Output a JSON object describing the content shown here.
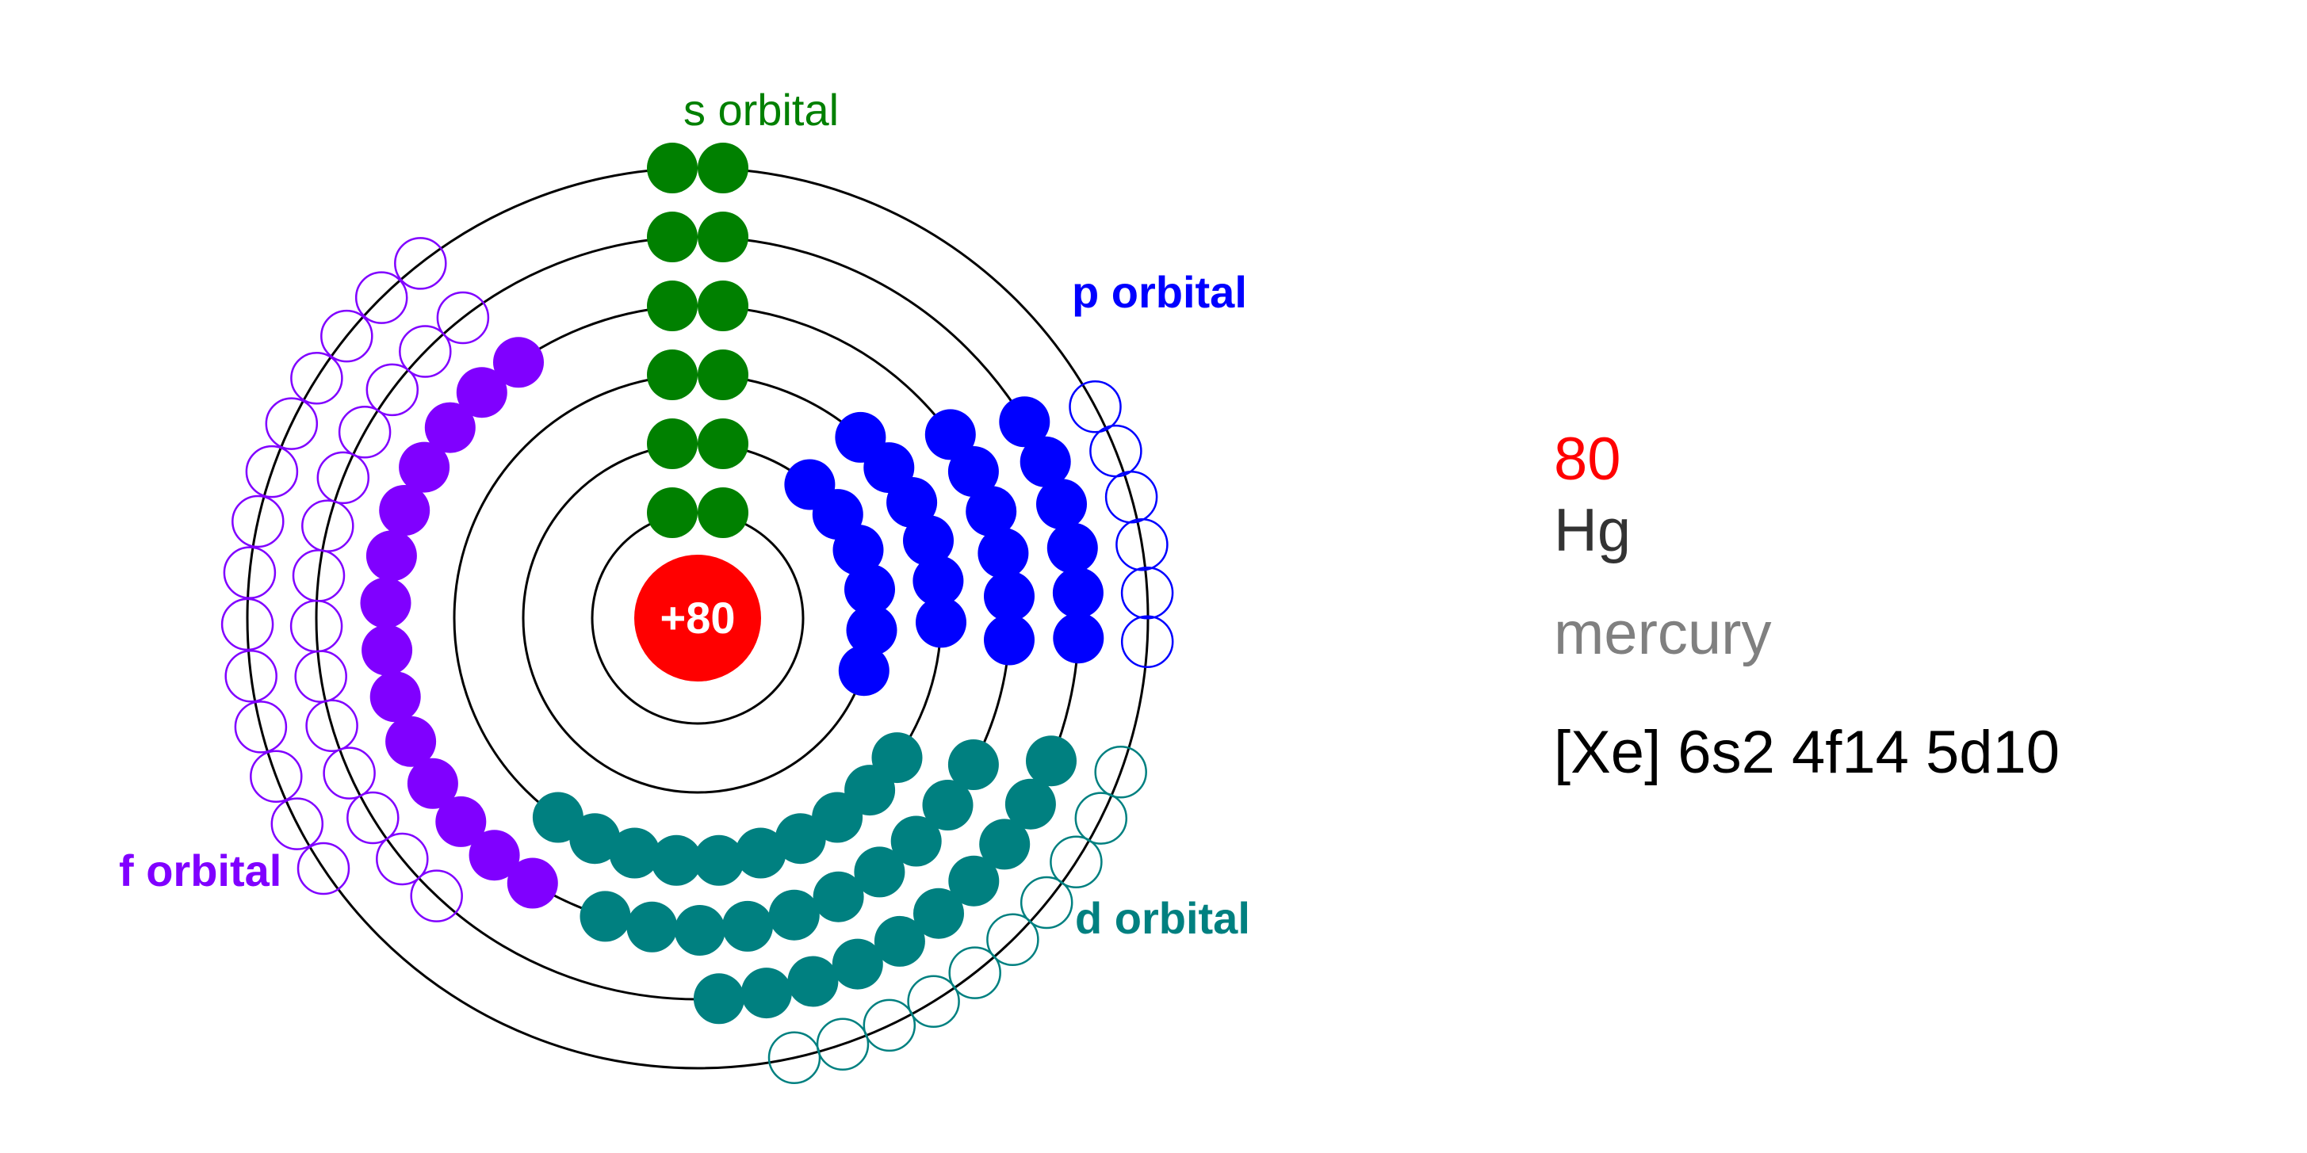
{
  "nucleus": {
    "charge_label": "+80",
    "color": "#ff0000"
  },
  "orbital_labels": {
    "s": "s orbital",
    "p": "p orbital",
    "d": "d orbital",
    "f": "f orbital"
  },
  "orbital_colors": {
    "s": "#008000",
    "p": "#0000ff",
    "d": "#008080",
    "f": "#8000ff"
  },
  "shells": [
    {
      "n": 1,
      "s": 2
    },
    {
      "n": 2,
      "s": 2,
      "p": 6
    },
    {
      "n": 3,
      "s": 2,
      "p": 6,
      "d": 10
    },
    {
      "n": 4,
      "s": 2,
      "p": 6,
      "d": 10,
      "f": 14
    },
    {
      "n": 5,
      "s": 2,
      "p": 6,
      "d": 10,
      "f": 0
    },
    {
      "n": 6,
      "s": 2,
      "p": 0,
      "d": 0,
      "f": 0
    }
  ],
  "element": {
    "atomic_number": "80",
    "symbol": "Hg",
    "name": "mercury",
    "configuration": "[Xe] 6s2 4f14 5d10"
  }
}
